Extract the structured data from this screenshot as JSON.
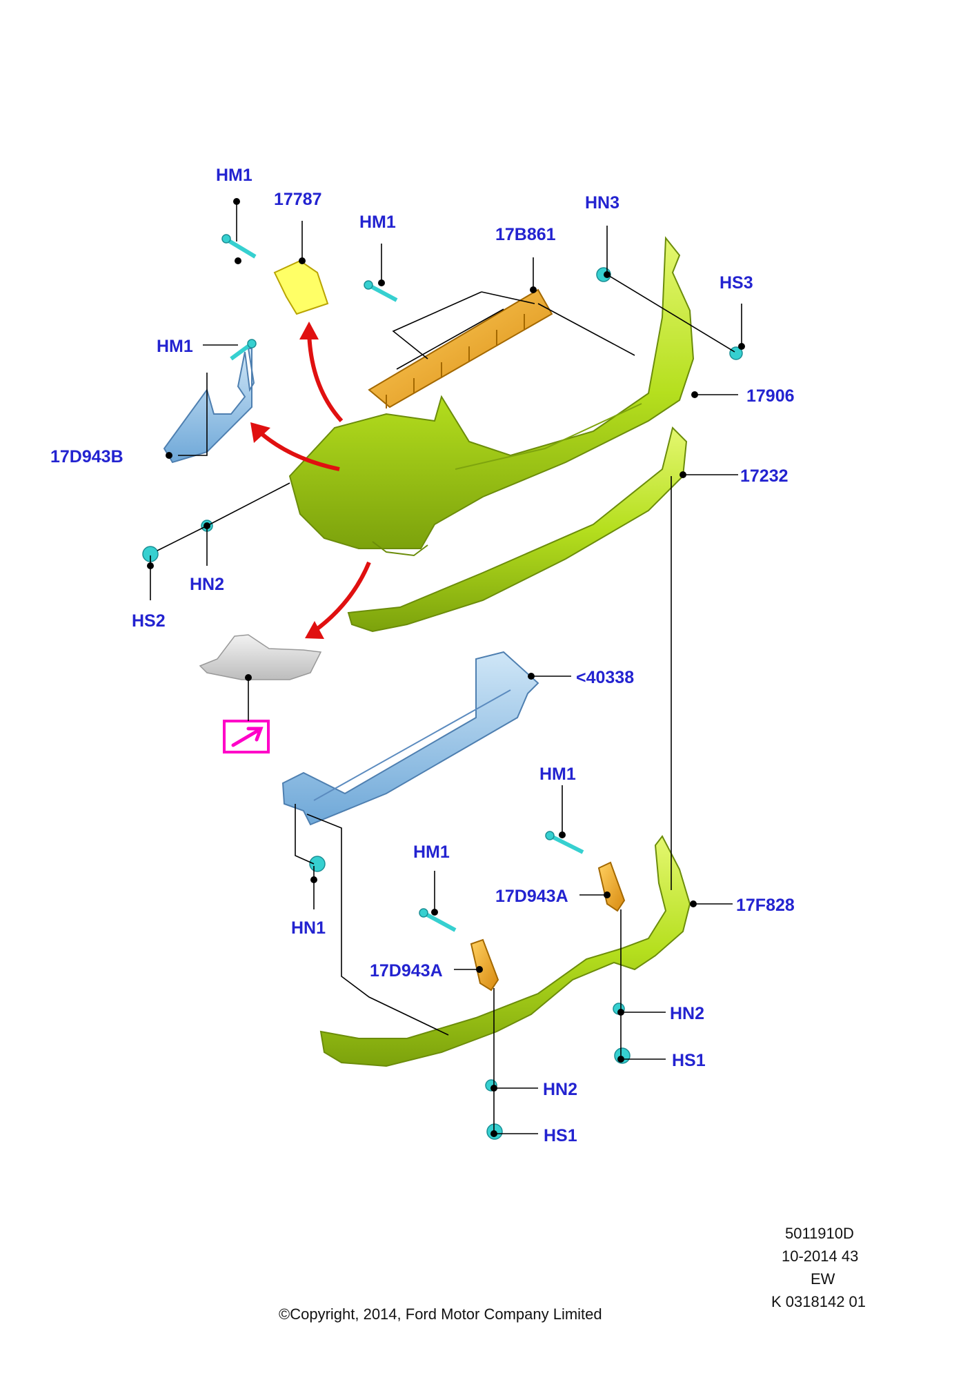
{
  "labels": {
    "hm1_a": "HM1",
    "p17787": "17787",
    "hm1_b": "HM1",
    "p17b861": "17B861",
    "hn3": "HN3",
    "hs3": "HS3",
    "hm1_c": "HM1",
    "p17906": "17906",
    "p17d943b": "17D943B",
    "p17232": "17232",
    "hn2_a": "HN2",
    "hs2": "HS2",
    "p40338": "<40338",
    "hm1_d": "HM1",
    "hm1_e": "HM1",
    "p17d943a_a": "17D943A",
    "p17f828": "17F828",
    "hn1": "HN1",
    "p17d943a_b": "17D943A",
    "hn2_b": "HN2",
    "hs1_a": "HS1",
    "hn2_c": "HN2",
    "hs1_b": "HS1"
  },
  "footer": {
    "code1": "5011910D",
    "code2": "10-2014 43",
    "code3": "EW",
    "code4": "K 0318142 01",
    "copyright": "©Copyright, 2014, Ford Motor Company Limited"
  },
  "colors": {
    "label": "#2323d0",
    "bumper": "#b5df1e",
    "bracket_orange": "#f0a820",
    "reinforcement": "#8fc3ea",
    "fastener": "#36d0d0",
    "arrow": "#e01010",
    "reference_box": "#ff00c8"
  }
}
